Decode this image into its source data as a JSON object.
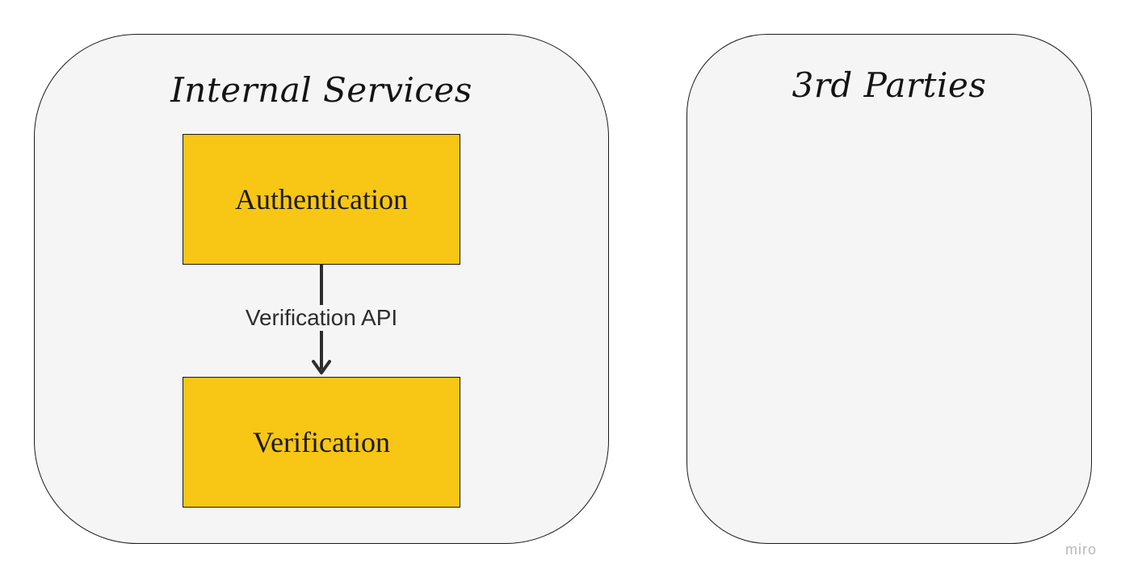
{
  "groups": {
    "internal": {
      "title": "Internal Services"
    },
    "third_party": {
      "title": "3rd Parties"
    }
  },
  "nodes": {
    "authentication": {
      "label": "Authentication"
    },
    "verification": {
      "label": "Verification"
    }
  },
  "edges": {
    "auth_to_verification": {
      "label": "Verification API"
    }
  },
  "watermark": "miro",
  "colors": {
    "node_fill": "#f8c614",
    "group_fill": "#f5f5f5",
    "stroke": "#1a1a1a"
  }
}
